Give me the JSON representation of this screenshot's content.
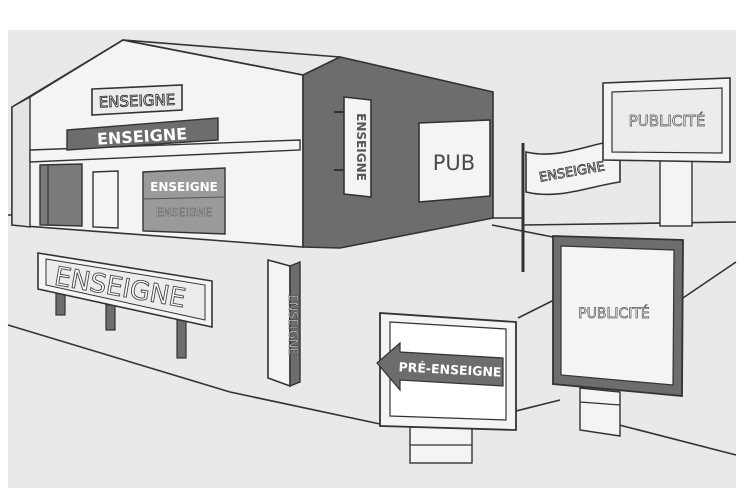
{
  "colors": {
    "frame": "#ffffff",
    "background": "#e9e9e9",
    "outline": "#333333",
    "dark_panel": "#6d6d6d",
    "medium_panel": "#8c8c8c",
    "light_panel": "#f4f4f4",
    "sign_text": "#ffffff",
    "light_text": "#9a9a9a",
    "dark_text": "#4a4a4a"
  },
  "labels": {
    "roof_sign": "ENSEIGNE",
    "facade_band_sign": "ENSEIGNE",
    "window_sign_top": "ENSEIGNE",
    "window_sign_bottom": "ENSEIGNE",
    "side_blade_sign": "ENSEIGNE",
    "wall_ad": "PUB",
    "flag_sign": "ENSEIGNE",
    "billboard_ad": "PUBLICITÉ",
    "ground_sign": "ENSEIGNE",
    "totem_sign": "ENSEIGNE",
    "pre_sign": "PRÉ-ENSEIGNE",
    "mupi_ad": "PUBLICITÉ"
  }
}
